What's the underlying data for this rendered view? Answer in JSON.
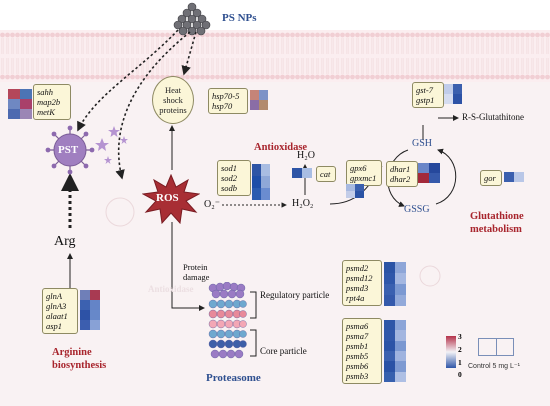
{
  "title": "PS NPs",
  "nodes": {
    "pst": "PST",
    "ros": "ROS",
    "arg": "Arg",
    "heat_shock": "Heat shock proteins",
    "gsh": "GSH",
    "gssg": "GSSG",
    "r_s_glutathione": "R-S-Glutathitone",
    "h2o": "H₂O",
    "h2o2": "H₂O₂",
    "o2": "O₂⁻",
    "protein_damage": "Protein damage",
    "regulatory_particle": "Regulatory particle",
    "core_particle": "Core particle"
  },
  "pathways": {
    "antioxidase": "Antioxidase",
    "glutathione": "Glutathione metabolism",
    "arginine": "Arginine biosynthesis",
    "proteasome": "Proteasome",
    "ghost_text": "Antioxidase"
  },
  "genes": {
    "pst_group": [
      "sahh",
      "map2b",
      "metK"
    ],
    "hsp_group": [
      "hsp70-5",
      "hsp70"
    ],
    "sod_group": [
      "sod1",
      "sod2",
      "sodb"
    ],
    "cat_group": [
      "cat"
    ],
    "gpx_group": [
      "gpx6",
      "gpxmc1"
    ],
    "dhar_group": [
      "dhar1",
      "dhar2"
    ],
    "gst_group": [
      "gst-7",
      "gstp1"
    ],
    "gor_group": [
      "gor"
    ],
    "arg_group": [
      "glnA",
      "glnA3",
      "alaat1",
      "asp1"
    ],
    "psmd_group": [
      "psmd2",
      "psmd12",
      "psmd3",
      "rpt4a"
    ],
    "psma_group": [
      "psma6",
      "psma7",
      "psmb1",
      "psmb5",
      "psmb6",
      "psmb3"
    ]
  },
  "legend": {
    "ticks": [
      "3",
      "2",
      "1",
      "0"
    ],
    "label": "Control 5 mg L⁻¹"
  },
  "colors": {
    "red": "#a8252d",
    "blue": "#2e4f8f",
    "gene_box_fill": "#fbf6d8",
    "cell": "#f9f2f3"
  }
}
